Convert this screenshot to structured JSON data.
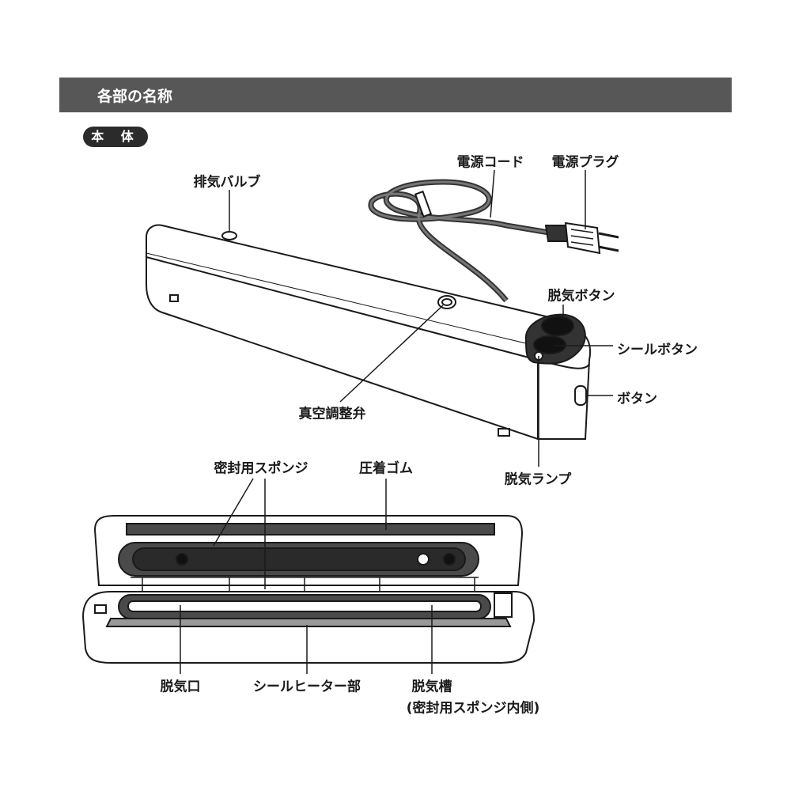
{
  "section_title": "各部の名称",
  "subsection": "本 体",
  "labels": {
    "exhaust_valve": "排気バルブ",
    "power_cord": "電源コード",
    "power_plug": "電源プラグ",
    "vacuum_button": "脱気ボタン",
    "seal_button": "シールボタン",
    "button": "ボタン",
    "vacuum_regulator": "真空調整弁",
    "vacuum_lamp": "脱気ランプ",
    "sealing_sponge": "密封用スポンジ",
    "pressure_rubber": "圧着ゴム",
    "vacuum_port": "脱気口",
    "seal_heater": "シールヒーター部",
    "vacuum_chamber": "脱気槽",
    "vacuum_chamber_note": "(密封用スポンジ内側)"
  },
  "colors": {
    "header": "#575757",
    "pill": "#2b2b2b",
    "rubber": "#4a4a4a"
  }
}
